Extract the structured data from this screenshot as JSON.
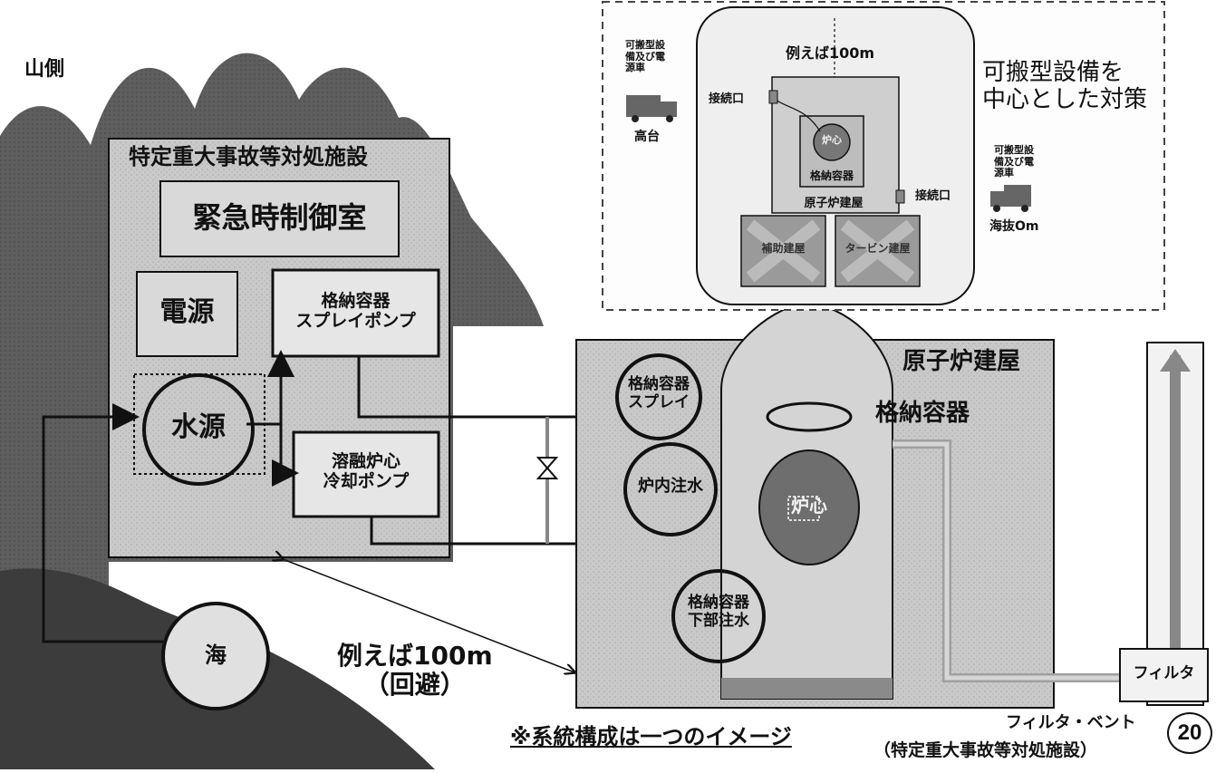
{
  "labels": {
    "mountain_side": "山側",
    "facility_title": "特定重大事故等対処施設",
    "emergency_control_room": "緊急時制御室",
    "power_source": "電源",
    "containment_spray_pump": [
      "格納容器",
      "スプレイポンプ"
    ],
    "water_source": "水源",
    "core_cooling_pump": [
      "溶融炉心",
      "冷却ポンプ"
    ],
    "sea": "海",
    "distance_example": [
      "例えば100m",
      "（回避）"
    ],
    "reactor_building": "原子炉建屋",
    "containment_vessel": "格納容器",
    "containment_spray": [
      "格納容器",
      "スプレイ"
    ],
    "in_core_injection": "炉内注水",
    "core": "炉心",
    "lower_containment_injection": [
      "格納容器",
      "下部注水"
    ],
    "filter": "フィルタ",
    "filter_vent": [
      "フィルタ・ベント",
      "（特定重大事故等対処施設）"
    ],
    "system_note": "※系統構成は一つのイメージ"
  },
  "inset": {
    "title": [
      "可搬型設備を",
      "中心とした対策"
    ],
    "distance": "例えば100m",
    "portable_equipment_left": [
      "可搬型設",
      "備及び電",
      "源車"
    ],
    "highland": "高台",
    "connection_port_1": "接続口",
    "connection_port_2": "接続口",
    "portable_equipment_right": [
      "可搬型設",
      "備及び電",
      "源車"
    ],
    "sea_level": "海抜Om",
    "reactor_label": "炉心",
    "containment_label": "格納容器",
    "reactor_building_label": "原子炉建屋",
    "aux_building": "補助建屋",
    "turbine_building": "タービン建屋"
  },
  "page_number": "20",
  "colors": {
    "mountain": "#5e5e5e",
    "dark_hill": "#3c3c3c",
    "building_fill": "#c9c9c9",
    "core_fill": "#6e6e6e",
    "line": "#111111"
  }
}
